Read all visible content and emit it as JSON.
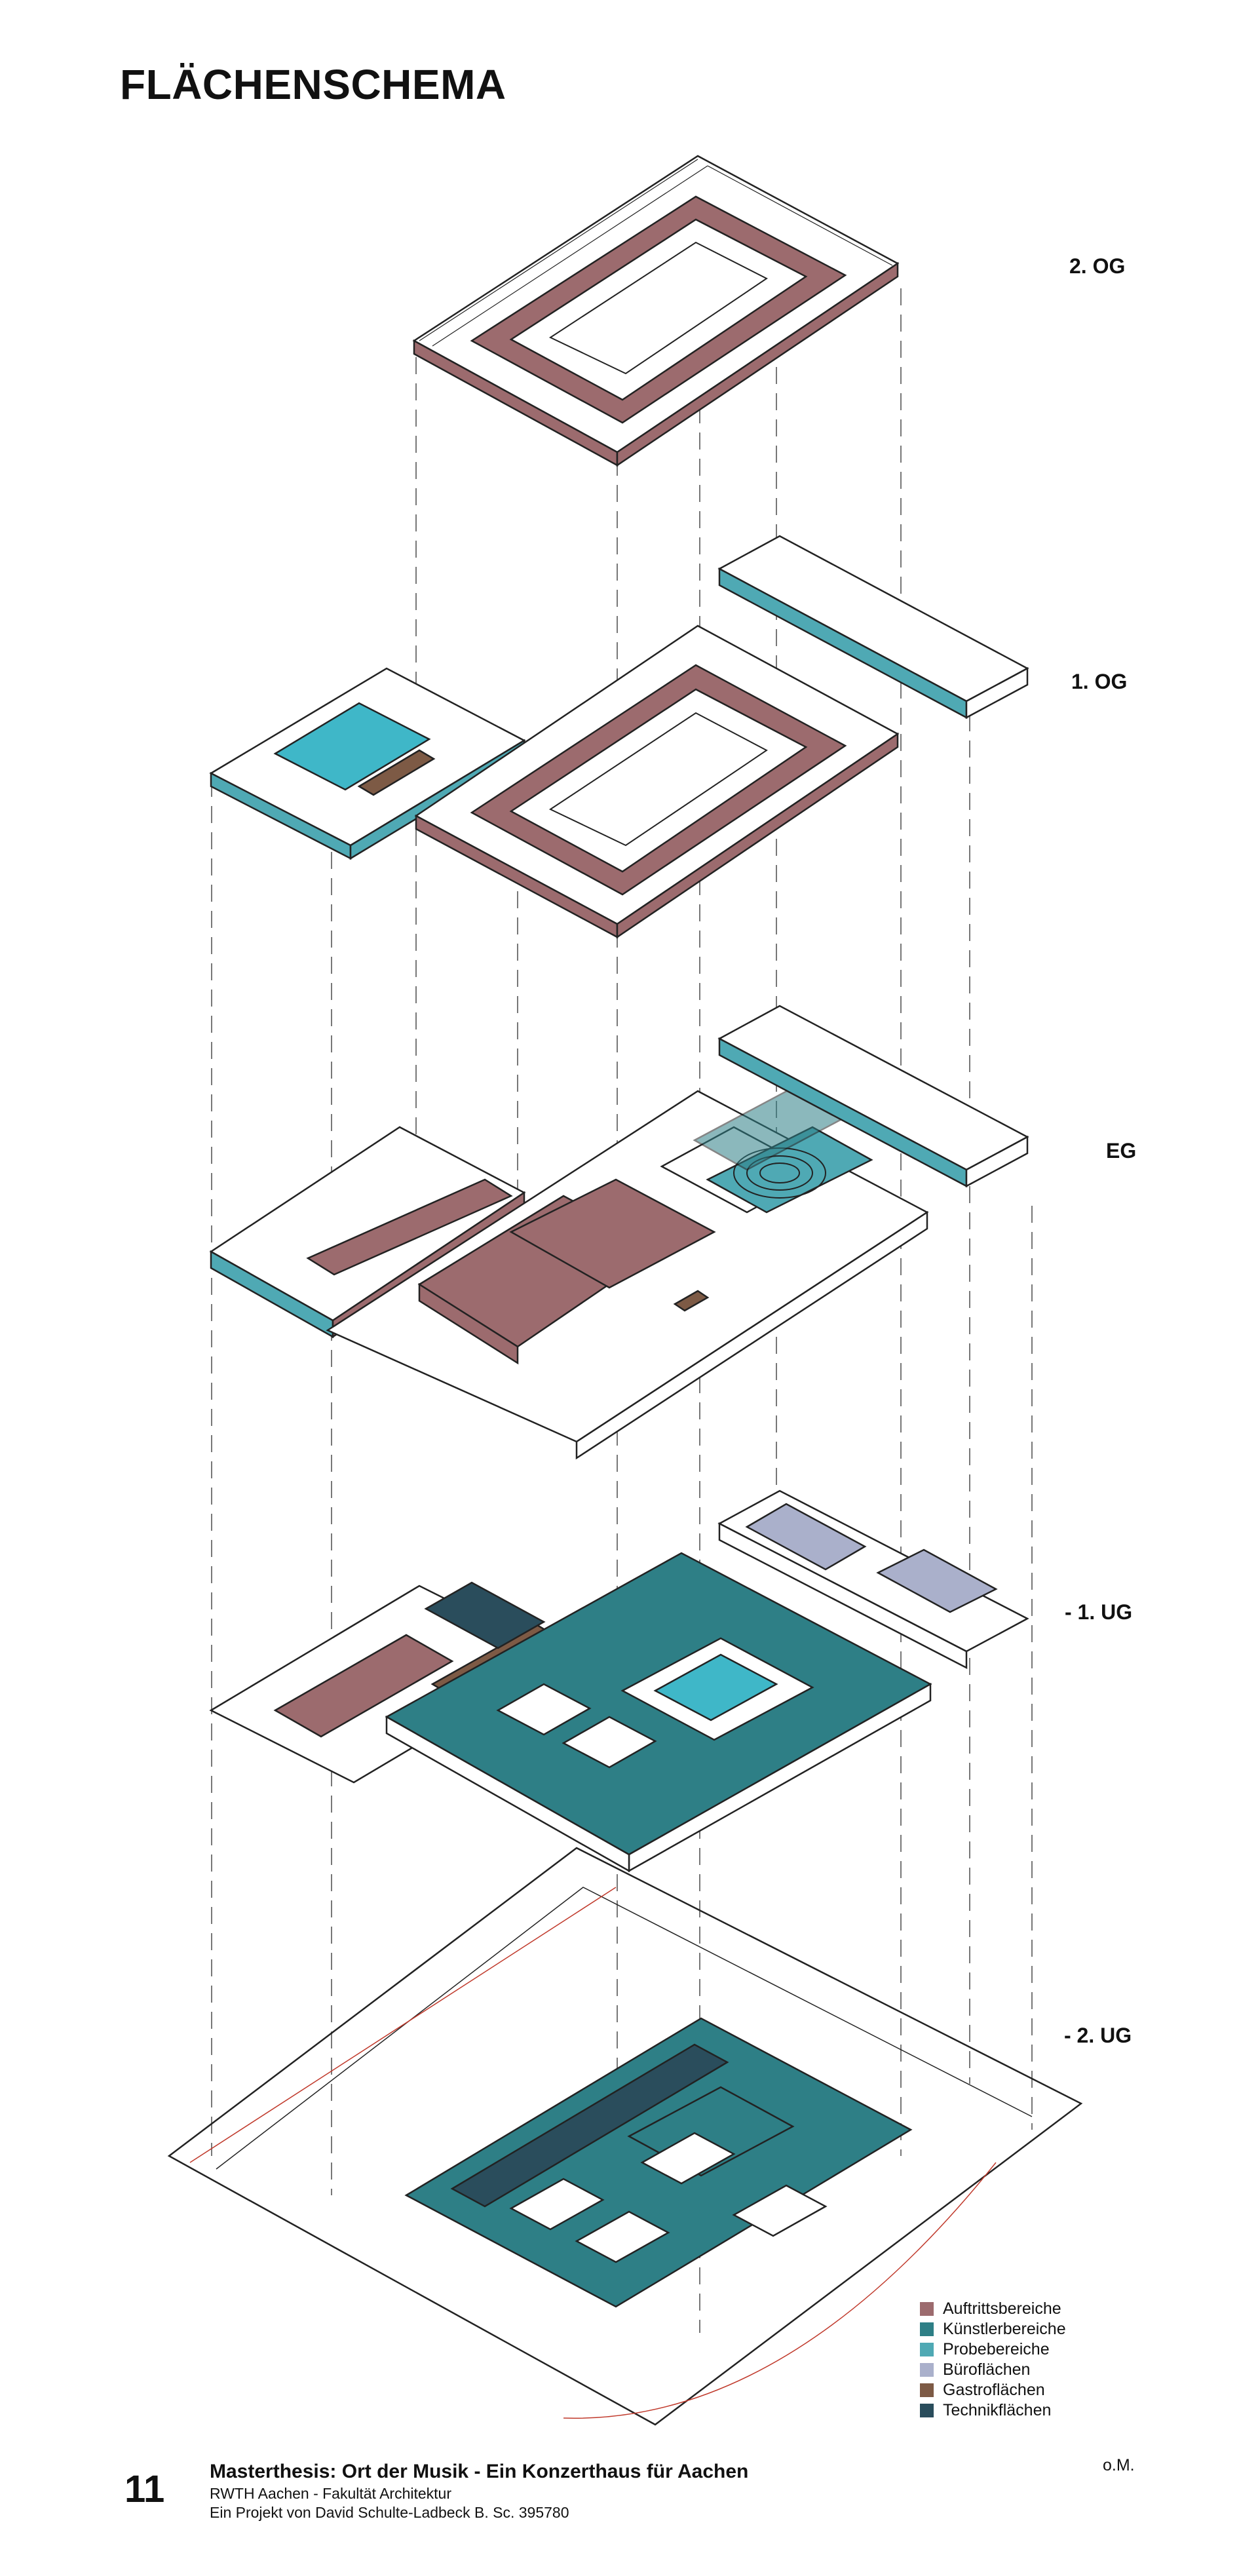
{
  "title": "FLÄCHENSCHEMA",
  "levels": [
    "2. OG",
    "1. OG",
    "EG",
    "- 1. UG",
    "- 2. UG"
  ],
  "legend": [
    {
      "label": "Auftrittsbereiche",
      "color": "#9c6b6e"
    },
    {
      "label": "Künstlerbereiche",
      "color": "#2e7f86"
    },
    {
      "label": "Probebereiche",
      "color": "#4fa9b4"
    },
    {
      "label": "Büroflächen",
      "color": "#aab0cb"
    },
    {
      "label": "Gastroflächen",
      "color": "#7d5a45"
    },
    {
      "label": "Technikflächen",
      "color": "#2a4d5c"
    }
  ],
  "footer": {
    "page_number": "11",
    "title": "Masterthesis: Ort der Musik - Ein Konzerthaus für Aachen",
    "line1": "RWTH Aachen - Fakultät Architektur",
    "line2": "Ein Projekt von David Schulte-Ladbeck B. Sc. 395780"
  },
  "scale_note": "o.M.",
  "colors": {
    "auftritt": "#9c6b6e",
    "kuenstler": "#2e7f86",
    "probe": "#4fa9b4",
    "probe_light": "#3fb7c8",
    "buero": "#aab0cb",
    "gastro": "#7d5a45",
    "technik": "#2a4d5c",
    "line": "#222222",
    "dash": "#777777",
    "site_red": "#c0392b"
  }
}
